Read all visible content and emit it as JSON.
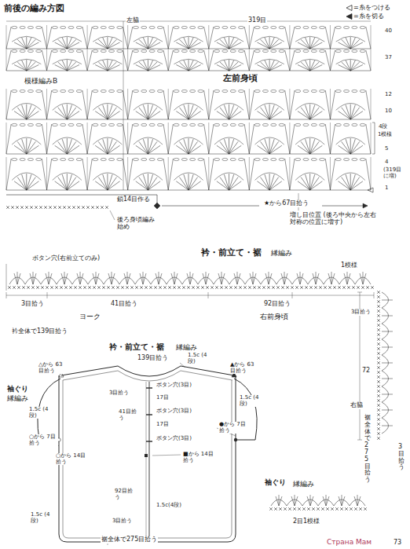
{
  "diagram": {
    "title": "前後の編み方図",
    "labels": [
      "左脇",
      "319目",
      "40",
      "37",
      "模様編みB",
      "左前身頃",
      "12",
      "10",
      "4段",
      "1模様",
      "5",
      "4",
      "(319目に増)",
      "1",
      "鎖14目作る",
      "★から67目拾う",
      "後ろ身頃編み始め",
      "増し目位置 (後ろ中央から左右対称の位置に増す)",
      "衿・前立て・裾",
      "縁編み",
      "ボタン穴(右前立てのみ)",
      "1模様",
      "3目拾う",
      "41目拾う",
      "92目拾う",
      "ヨーク",
      "右前身頃",
      "衿全体で139目拾う",
      "3目拾う",
      "72",
      "右脇",
      "裾全体で275目拾う",
      "3目拾う",
      "衿・前立て・裾",
      "縁編み",
      "139目拾う",
      "1.5c (4段)",
      "△から 63目拾う",
      "▲から 63目拾う",
      "袖ぐり",
      "縁編み",
      "1.5c (4段)",
      "○から 7目拾う",
      "○から 14目拾う",
      "3目拾う",
      "ボタン穴(3目)",
      "17目",
      "ボタン穴(3目)",
      "17目",
      "41目拾う",
      "ボタン穴(3目)",
      "■から 14目拾う",
      "●から 7目拾う",
      "1.5c (4段)",
      "92目拾う",
      "1.5c(4段)",
      "1.5c (4段)",
      "3目拾う",
      "裾全体で275目拾う",
      "袖ぐり",
      "縁編み",
      "2目1模様",
      "73",
      "Страна Мам"
    ],
    "legend": [
      {
        "text": "=糸をつける"
      },
      {
        "text": "=糸を切る"
      }
    ]
  }
}
